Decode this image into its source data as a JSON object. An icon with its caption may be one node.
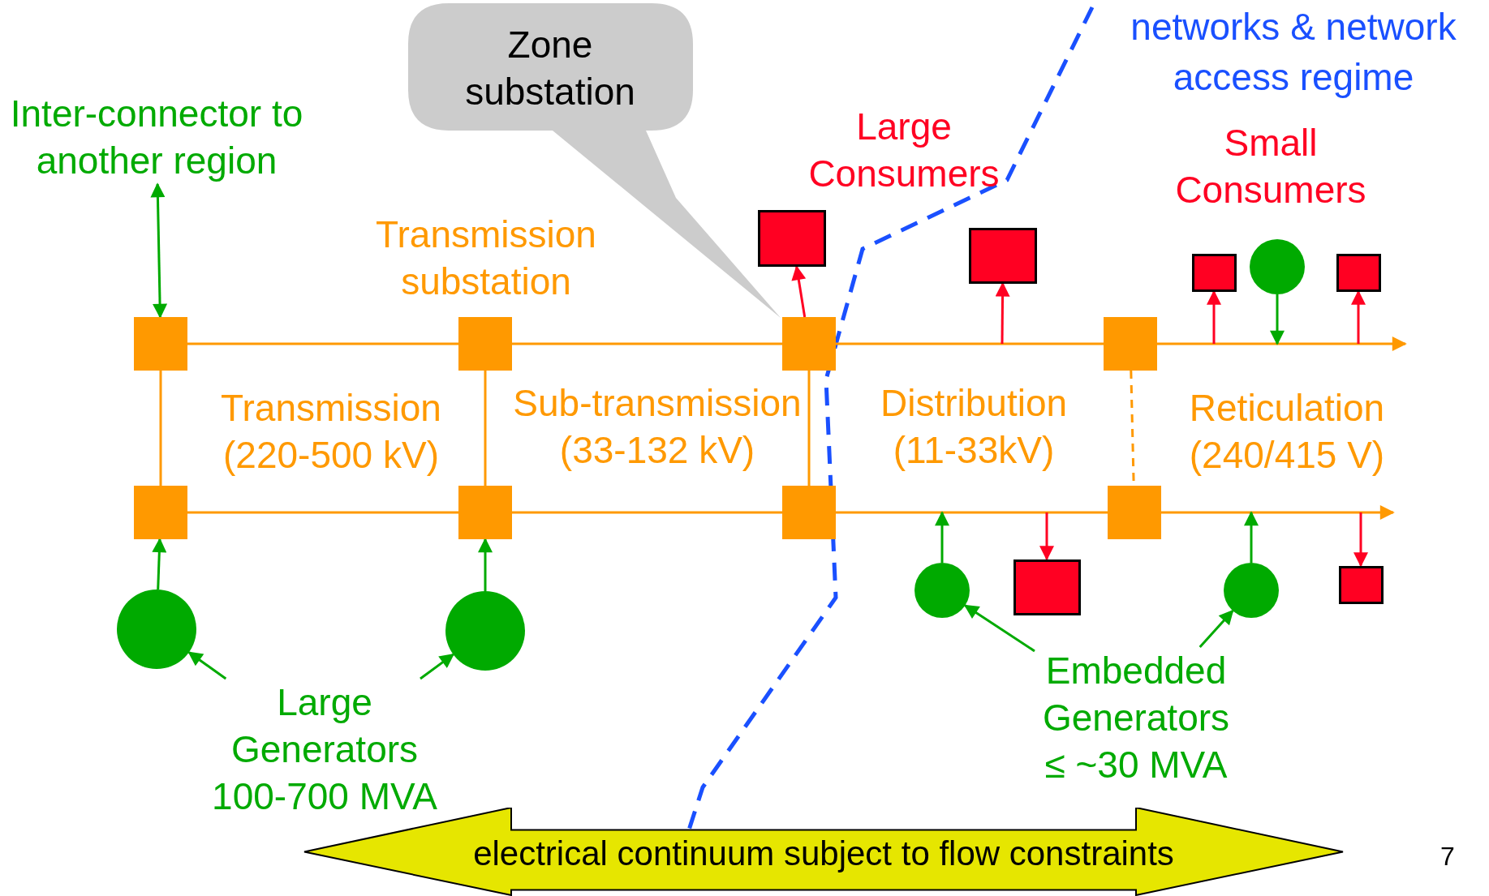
{
  "diagram": {
    "nodes": [
      {
        "text": [
          "Inter-connector to another region"
        ]
      },
      {
        "text": [
          "Zone substation"
        ]
      },
      {
        "text": [],
        "shape": "box"
      },
      {
        "text": [],
        "shape": "box"
      },
      {
        "text": [],
        "shape": "box"
      },
      {
        "text": [],
        "shape": "box"
      },
      {
        "text": [],
        "shape": "box"
      },
      {
        "text": [],
        "shape": "box"
      },
      {
        "text": [],
        "shape": "box"
      },
      {
        "text": [],
        "shape": "box"
      },
      {
        "text": [],
        "shape": "box"
      },
      {
        "text": [],
        "shape": "box"
      },
      {
        "text": [],
        "shape": "box"
      },
      {
        "text": [],
        "shape": "circle"
      },
      {
        "text": [],
        "shape": "box"
      },
      {
        "text": [],
        "shape": "circle"
      },
      {
        "text": [],
        "shape": "circle"
      },
      {
        "text": [],
        "shape": "circle"
      },
      {
        "text": [],
        "shape": "box"
      },
      {
        "text": [],
        "shape": "circle"
      },
      {
        "text": [],
        "shape": "box"
      },
      {
        "text": [
          "Large Generators 100-700 MVA"
        ]
      },
      {
        "text": [
          "Embedded Generators ≤ ~30 MVA"
        ]
      },
      {
        "text": [
          "electrical continuum subject to flow constraints"
        ]
      }
    ],
    "edges": [
      {
        "from": 0,
        "to": 2,
        "arrow": "both",
        "color": "#00aa00"
      },
      {
        "from": 2,
        "to": 3,
        "arrow": "none"
      },
      {
        "from": 3,
        "to": 4,
        "arrow": "none"
      },
      {
        "from": 4,
        "to": 5,
        "arrow": "none"
      },
      {
        "from": 5,
        "to": null,
        "arrow": "to"
      },
      {
        "from": 6,
        "to": 7,
        "arrow": "none"
      },
      {
        "from": 7,
        "to": 8,
        "arrow": "none"
      },
      {
        "from": 8,
        "to": 9,
        "arrow": "none"
      },
      {
        "from": 9,
        "to": null,
        "arrow": "to"
      },
      {
        "from": 2,
        "to": 6,
        "arrow": "none"
      },
      {
        "from": 3,
        "to": 7,
        "arrow": "none"
      },
      {
        "from": 4,
        "to": 8,
        "arrow": "none"
      },
      {
        "from": 5,
        "to": 9,
        "arrow": "none",
        "style": "dashed"
      },
      {
        "from": 4,
        "to": 10,
        "arrow": "to",
        "color": "#ff0022"
      },
      {
        "from": null,
        "to": 11,
        "arrow": "to",
        "color": "#ff0022"
      },
      {
        "from": null,
        "to": 12,
        "arrow": "to",
        "color": "#ff0022"
      },
      {
        "from": 13,
        "to": null,
        "arrow": "to",
        "color": "#00aa00"
      },
      {
        "from": null,
        "to": 14,
        "arrow": "to",
        "color": "#ff0022"
      },
      {
        "from": 15,
        "to": 6,
        "arrow": "to",
        "color": "#00aa00"
      },
      {
        "from": 16,
        "to": 7,
        "arrow": "to",
        "color": "#00aa00"
      },
      {
        "from": 17,
        "to": null,
        "arrow": "to",
        "color": "#00aa00"
      },
      {
        "from": null,
        "to": 18,
        "arrow": "to",
        "color": "#ff0022"
      },
      {
        "from": 19,
        "to": null,
        "arrow": "to",
        "color": "#00aa00"
      },
      {
        "from": null,
        "to": 20,
        "arrow": "to",
        "color": "#ff0022"
      },
      {
        "from": 21,
        "to": 15,
        "arrow": "to",
        "color": "#00aa00"
      },
      {
        "from": 21,
        "to": 16,
        "arrow": "to",
        "color": "#00aa00"
      },
      {
        "from": 22,
        "to": 17,
        "arrow": "to",
        "color": "#00aa00"
      },
      {
        "from": 22,
        "to": 19,
        "arrow": "to",
        "color": "#00aa00"
      }
    ],
    "labels": [
      "networks & network access regime",
      "Large Consumers",
      "Small Consumers",
      "Transmission substation",
      "Transmission (220-500 kV)",
      "Sub-transmission (33-132 kV)",
      "Distribution (11-33kV)",
      "Reticulation (240/415 V)",
      "7"
    ]
  }
}
